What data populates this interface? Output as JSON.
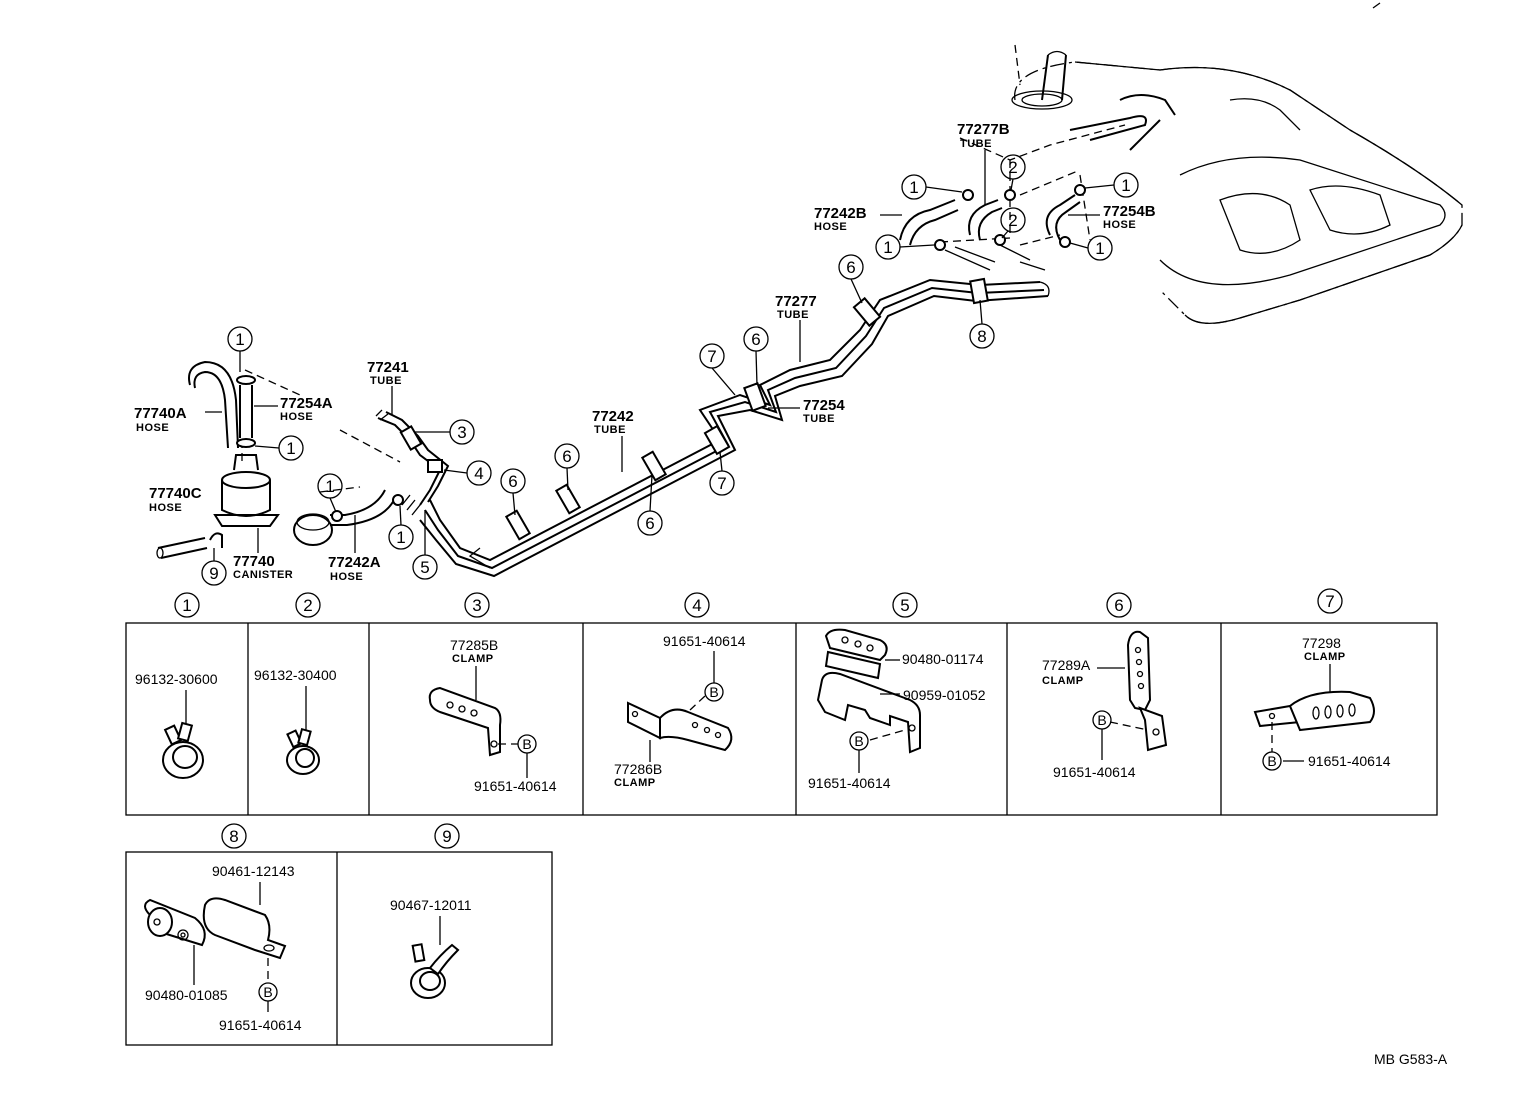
{
  "top_labels": {
    "77740A": "77740A",
    "77740A_sub": "HOSE",
    "77254A": "77254A",
    "77254A_sub": "HOSE",
    "77740C": "77740C",
    "77740C_sub": "HOSE",
    "77740": "77740",
    "77740_sub": "CANISTER",
    "77241": "77241",
    "77241_sub": "TUBE",
    "77242A": "77242A",
    "77242A_sub": "HOSE",
    "77242": "77242",
    "77242_sub": "TUBE",
    "77254": "77254",
    "77254_sub": "TUBE",
    "77277": "77277",
    "77277_sub": "TUBE",
    "77242B": "77242B",
    "77242B_sub": "HOSE",
    "77277B": "77277B",
    "77277B_sub": "TUBE",
    "77254B": "77254B",
    "77254B_sub": "HOSE"
  },
  "callouts": [
    "1",
    "2",
    "3",
    "4",
    "5",
    "6",
    "7",
    "8",
    "9"
  ],
  "bolt_symbol": "B",
  "boxes": {
    "b1": {
      "part": "96132-30600"
    },
    "b2": {
      "part": "96132-30400"
    },
    "b3": {
      "part": "77285B",
      "sub": "CLAMP",
      "bolt": "91651-40614"
    },
    "b4": {
      "bolt": "91651-40614",
      "part": "77286B",
      "sub": "CLAMP"
    },
    "b5": {
      "part1": "90480-01174",
      "part2": "90959-01052",
      "bolt": "91651-40614"
    },
    "b6": {
      "part": "77289A",
      "sub": "CLAMP",
      "bolt": "91651-40614"
    },
    "b7": {
      "part": "77298",
      "sub": "CLAMP",
      "bolt": "91651-40614"
    },
    "b8": {
      "part1": "90461-12143",
      "part2": "90480-01085",
      "bolt": "91651-40614"
    },
    "b9": {
      "part": "90467-12011"
    }
  },
  "code": "MB G583-A"
}
